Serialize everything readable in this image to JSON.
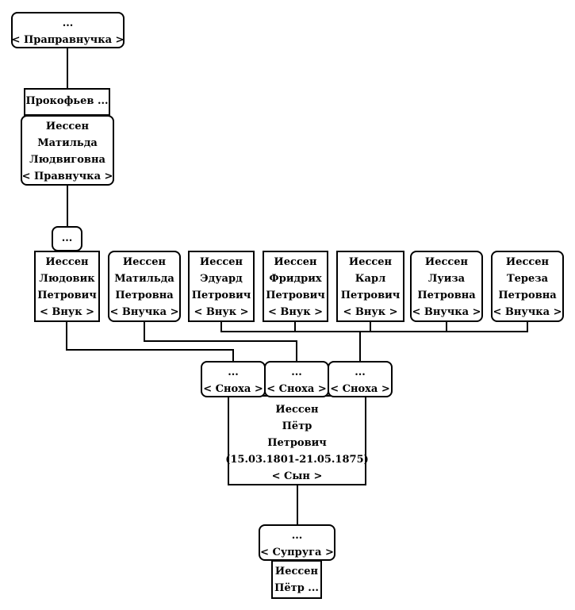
{
  "colors": {
    "line": "#000000",
    "node_border": "#000000",
    "background": "#ffffff"
  },
  "nodes": {
    "great_great_granddaughter": {
      "lines": [
        "...",
        "< Праправнучка >"
      ]
    },
    "prokofiev": {
      "lines": [
        "Прокофьев ..."
      ]
    },
    "matilda_ludvigovna": {
      "lines": [
        "Иессен",
        "Матильда",
        "Людвиговна",
        "< Правнучка >"
      ]
    },
    "ludovik_spouse": {
      "lines": [
        "..."
      ]
    },
    "ludovik": {
      "lines": [
        "Иессен",
        "Людовик",
        "Петрович",
        "< Внук >"
      ]
    },
    "matilda_petrovna": {
      "lines": [
        "Иессен",
        "Матильда",
        "Петровна",
        "< Внучка >"
      ]
    },
    "eduard": {
      "lines": [
        "Иессен",
        "Эдуард",
        "Петрович",
        "< Внук >"
      ]
    },
    "fridrikh": {
      "lines": [
        "Иессен",
        "Фридрих",
        "Петрович",
        "< Внук >"
      ]
    },
    "karl": {
      "lines": [
        "Иессен",
        "Карл",
        "Петрович",
        "< Внук >"
      ]
    },
    "luiza": {
      "lines": [
        "Иессен",
        "Луиза",
        "Петровна",
        "< Внучка >"
      ]
    },
    "tereza": {
      "lines": [
        "Иессен",
        "Тереза",
        "Петровна",
        "< Внучка >"
      ]
    },
    "snokha_1": {
      "lines": [
        "...",
        "< Сноха >"
      ]
    },
    "snokha_2": {
      "lines": [
        "...",
        "< Сноха >"
      ]
    },
    "snokha_3": {
      "lines": [
        "...",
        "< Сноха >"
      ]
    },
    "petr_petrovich": {
      "lines": [
        "Иессен",
        "Пётр",
        "Петрович",
        "(15.03.1801-21.05.1875)",
        "< Сын >"
      ]
    },
    "spouse": {
      "lines": [
        "...",
        "< Супруга >"
      ]
    },
    "petr_root": {
      "lines": [
        "Иессен",
        "Пётр ..."
      ]
    }
  }
}
